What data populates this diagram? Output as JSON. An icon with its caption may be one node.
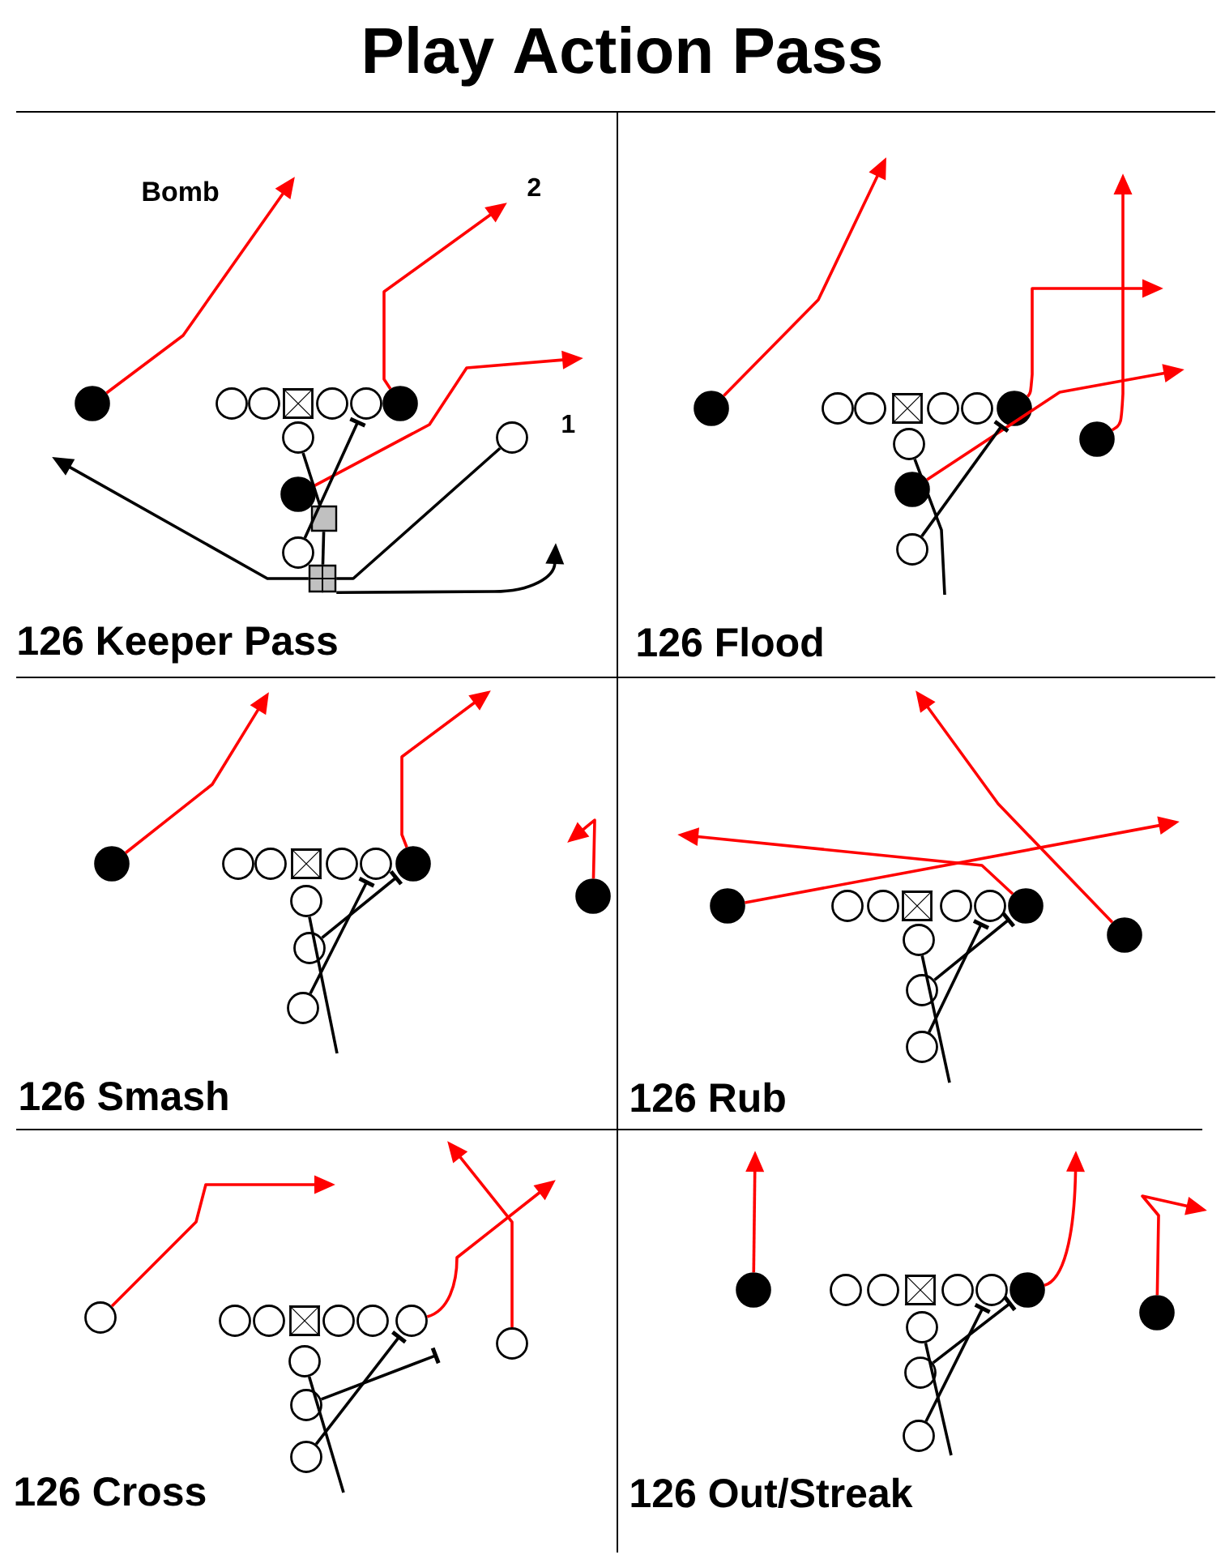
{
  "diagram": {
    "title": "Play Action Pass",
    "nodes": [
      {
        "text": [],
        "shape": "dot"
      },
      {
        "text": [],
        "shape": "circle"
      },
      {
        "text": [],
        "shape": "circle"
      },
      {
        "text": [],
        "shape": "box"
      },
      {
        "text": [],
        "shape": "circle"
      },
      {
        "text": [],
        "shape": "circle"
      },
      {
        "text": [],
        "shape": "dot"
      },
      {
        "text": [],
        "shape": "circle"
      },
      {
        "text": [],
        "shape": "dot"
      },
      {
        "text": [],
        "shape": "box"
      },
      {
        "text": [],
        "shape": "circle"
      },
      {
        "text": [],
        "shape": "box"
      },
      {
        "text": [],
        "shape": "circle"
      },
      {
        "text": [],
        "shape": "dot"
      },
      {
        "text": [],
        "shape": "circle"
      },
      {
        "text": [],
        "shape": "circle"
      },
      {
        "text": [],
        "shape": "box"
      },
      {
        "text": [],
        "shape": "circle"
      },
      {
        "text": [],
        "shape": "circle"
      },
      {
        "text": [],
        "shape": "dot"
      },
      {
        "text": [],
        "shape": "circle"
      },
      {
        "text": [],
        "shape": "dot"
      },
      {
        "text": [],
        "shape": "circle"
      },
      {
        "text": [],
        "shape": "dot"
      },
      {
        "text": [],
        "shape": "dot"
      },
      {
        "text": [],
        "shape": "circle"
      },
      {
        "text": [],
        "shape": "circle"
      },
      {
        "text": [],
        "shape": "box"
      },
      {
        "text": [],
        "shape": "circle"
      },
      {
        "text": [],
        "shape": "circle"
      },
      {
        "text": [],
        "shape": "dot"
      },
      {
        "text": [],
        "shape": "circle"
      },
      {
        "text": [],
        "shape": "circle"
      },
      {
        "text": [],
        "shape": "circle"
      },
      {
        "text": [],
        "shape": "dot"
      },
      {
        "text": [],
        "shape": "dot"
      },
      {
        "text": [],
        "shape": "circle"
      },
      {
        "text": [],
        "shape": "circle"
      },
      {
        "text": [],
        "shape": "box"
      },
      {
        "text": [],
        "shape": "circle"
      },
      {
        "text": [],
        "shape": "circle"
      },
      {
        "text": [],
        "shape": "dot"
      },
      {
        "text": [],
        "shape": "circle"
      },
      {
        "text": [],
        "shape": "circle"
      },
      {
        "text": [],
        "shape": "circle"
      },
      {
        "text": [],
        "shape": "dot"
      },
      {
        "text": [],
        "shape": "circle"
      },
      {
        "text": [],
        "shape": "circle"
      },
      {
        "text": [],
        "shape": "circle"
      },
      {
        "text": [],
        "shape": "box"
      },
      {
        "text": [],
        "shape": "circle"
      },
      {
        "text": [],
        "shape": "circle"
      },
      {
        "text": [],
        "shape": "circle"
      },
      {
        "text": [],
        "shape": "circle"
      },
      {
        "text": [],
        "shape": "circle"
      },
      {
        "text": [],
        "shape": "circle"
      },
      {
        "text": [],
        "shape": "circle"
      },
      {
        "text": [],
        "shape": "dot"
      },
      {
        "text": [],
        "shape": "circle"
      },
      {
        "text": [],
        "shape": "circle"
      },
      {
        "text": [],
        "shape": "box"
      },
      {
        "text": [],
        "shape": "circle"
      },
      {
        "text": [],
        "shape": "circle"
      },
      {
        "text": [],
        "shape": "dot"
      },
      {
        "text": [],
        "shape": "circle"
      },
      {
        "text": [],
        "shape": "circle"
      },
      {
        "text": [],
        "shape": "circle"
      },
      {
        "text": [],
        "shape": "dot"
      }
    ],
    "edges": [
      {
        "from": 0,
        "to": null,
        "arrow": "to",
        "color": "#ff0000"
      },
      {
        "from": 6,
        "to": null,
        "arrow": "to",
        "color": "#ff0000"
      },
      {
        "from": 8,
        "to": null,
        "arrow": "to",
        "color": "#ff0000"
      },
      {
        "from": 7,
        "to": 9,
        "arrow": "none"
      },
      {
        "from": 9,
        "to": 11,
        "arrow": "none"
      },
      {
        "from": 10,
        "to": 5,
        "arrow": "other"
      },
      {
        "from": 12,
        "to": 11,
        "arrow": "none"
      },
      {
        "from": 11,
        "to": null,
        "arrow": "to"
      },
      {
        "from": 11,
        "to": null,
        "arrow": "to"
      },
      {
        "from": 13,
        "to": null,
        "arrow": "to",
        "color": "#ff0000"
      },
      {
        "from": 19,
        "to": null,
        "arrow": "to",
        "color": "#ff0000"
      },
      {
        "from": 23,
        "to": null,
        "arrow": "to",
        "color": "#ff0000"
      },
      {
        "from": 21,
        "to": null,
        "arrow": "to",
        "color": "#ff0000"
      },
      {
        "from": 20,
        "to": null,
        "arrow": "none"
      },
      {
        "from": 22,
        "to": 19,
        "arrow": "other"
      },
      {
        "from": 24,
        "to": null,
        "arrow": "to",
        "color": "#ff0000"
      },
      {
        "from": 30,
        "to": null,
        "arrow": "to",
        "color": "#ff0000"
      },
      {
        "from": 34,
        "to": null,
        "arrow": "to",
        "color": "#ff0000"
      },
      {
        "from": 31,
        "to": null,
        "arrow": "none"
      },
      {
        "from": 32,
        "to": 30,
        "arrow": "other"
      },
      {
        "from": 33,
        "to": 29,
        "arrow": "other"
      },
      {
        "from": 35,
        "to": null,
        "arrow": "to",
        "color": "#ff0000"
      },
      {
        "from": 41,
        "to": null,
        "arrow": "to",
        "color": "#ff0000"
      },
      {
        "from": 45,
        "to": null,
        "arrow": "to",
        "color": "#ff0000"
      },
      {
        "from": 42,
        "to": null,
        "arrow": "none"
      },
      {
        "from": 43,
        "to": 41,
        "arrow": "other"
      },
      {
        "from": 44,
        "to": 40,
        "arrow": "other"
      },
      {
        "from": 46,
        "to": null,
        "arrow": "to",
        "color": "#ff0000"
      },
      {
        "from": 52,
        "to": null,
        "arrow": "to",
        "color": "#ff0000"
      },
      {
        "from": 56,
        "to": null,
        "arrow": "to",
        "color": "#ff0000"
      },
      {
        "from": 53,
        "to": null,
        "arrow": "none"
      },
      {
        "from": 54,
        "to": null,
        "arrow": "other"
      },
      {
        "from": 55,
        "to": 52,
        "arrow": "other"
      },
      {
        "from": 57,
        "to": null,
        "arrow": "to",
        "color": "#ff0000"
      },
      {
        "from": 63,
        "to": null,
        "arrow": "to",
        "color": "#ff0000"
      },
      {
        "from": 67,
        "to": null,
        "arrow": "to",
        "color": "#ff0000"
      },
      {
        "from": 64,
        "to": null,
        "arrow": "none"
      },
      {
        "from": 65,
        "to": 63,
        "arrow": "other"
      },
      {
        "from": 66,
        "to": 62,
        "arrow": "other"
      }
    ],
    "labels": [
      "Bomb",
      "2",
      "1",
      "126 Keeper Pass",
      "126 Flood",
      "126 Smash",
      "126 Rub",
      "126 Cross",
      "126 Out/Streak"
    ]
  }
}
